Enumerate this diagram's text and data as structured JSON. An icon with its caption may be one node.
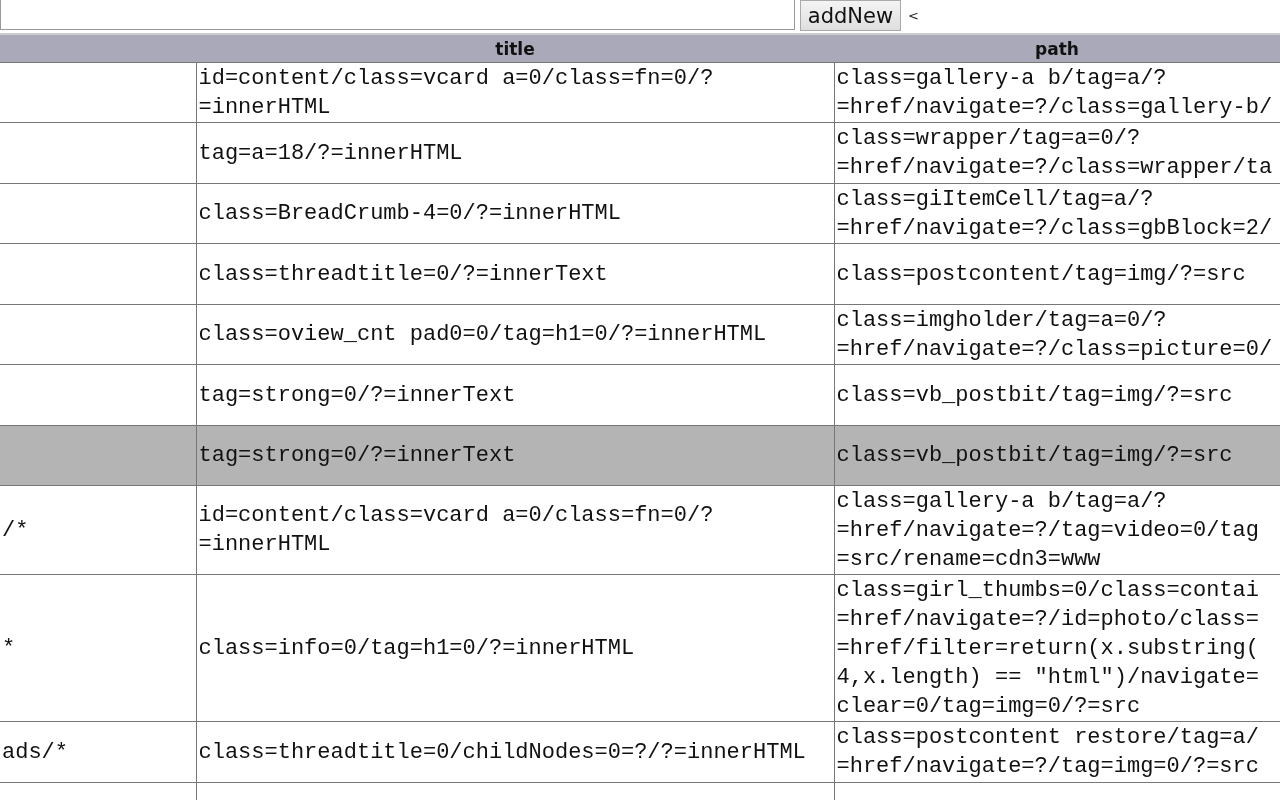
{
  "diagram": {
    "labels": [
      "addNew",
      "<",
      "title",
      "path",
      "id=content/class=vcard a=0/class=fn=0/? =innerHTML",
      "class=gallery-a b/tag=a/? =href/navigate=?/class=gallery-b/",
      "tag=a=18/?=innerHTML",
      "class=wrapper/tag=a=0/? =href/navigate=?/class=wrapper/ta",
      "class=BreadCrumb-4=0/?=innerHTML",
      "class=giItemCell/tag=a/? =href/navigate=?/class=gbBlock=2/",
      "class=threadtitle=0/?=innerText",
      "class=postcontent/tag=img/?=src",
      "class=oview_cnt pad0=0/tag=h1=0/?=innerHTML",
      "class=imgholder/tag=a=0/? =href/navigate=?/class=picture=0/",
      "tag=strong=0/?=innerText",
      "class=vb_postbit/tag=img/?=src",
      "tag=strong=0/?=innerText",
      "class=vb_postbit/tag=img/?=src",
      "/*",
      "id=content/class=vcard a=0/class=fn=0/? =innerHTML",
      "class=gallery-a b/tag=a/? =href/navigate=?/tag=video=0/tag =src/rename=cdn3=www",
      "*",
      "class=info=0/tag=h1=0/?=innerHTML",
      "class=girl_thumbs=0/class=contai =href/navigate=?/id=photo/class= =href/filter=return(x.substring( 4,x.length) == \"html\")/navigate= clear=0/tag=img=0/?=src",
      "ads/*",
      "class=threadtitle=0/childNodes=0=?/?=innerHTML",
      "class=postcontent restore/tag=a/ =href/navigate=?/tag=img=0/?=src"
    ]
  }
}
